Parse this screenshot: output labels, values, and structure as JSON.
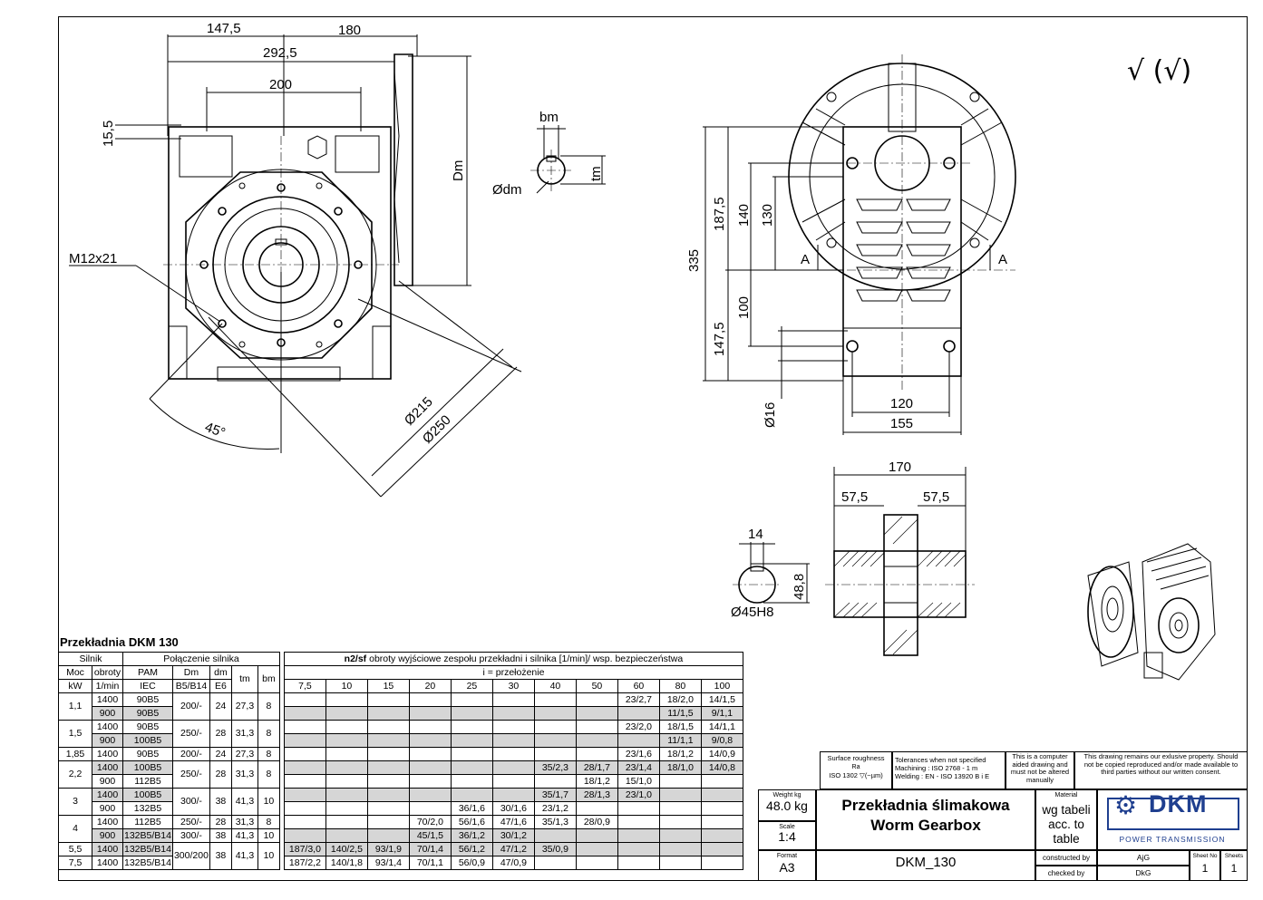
{
  "dims": {
    "d147_5": "147,5",
    "d180": "180",
    "d292_5": "292,5",
    "d200": "200",
    "d15_5": "15,5",
    "Dm": "Dm",
    "M12x21": "M12x21",
    "d45deg": "45°",
    "d215": "Ø215",
    "d250": "Ø250",
    "bm": "bm",
    "tm": "tm",
    "dm": "Ødm",
    "d335": "335",
    "d187_5": "187,5",
    "d140": "140",
    "d130": "130",
    "d100": "100",
    "d147_5b": "147,5",
    "A_left": "A",
    "A_right": "A",
    "d16": "Ø16",
    "d120": "120",
    "d155": "155",
    "d170": "170",
    "d57_5a": "57,5",
    "d57_5b": "57,5",
    "d14": "14",
    "d48_8": "48,8",
    "d45H8": "Ø45H8",
    "check": "√ (√)"
  },
  "table": {
    "title": "Przekładnia DKM 130",
    "h_silnik": "Silnik",
    "h_polaczenie": "Połączenie silnika",
    "h_n2sf": "n2/sf",
    "h_n2sf_desc": "obroty wyjściowe zespołu przekładni i silnika [1/min]/ wsp. bezpieczeństwa",
    "h_moc": "Moc",
    "h_obroty": "obroty",
    "h_pam": "PAM",
    "h_dm": "Dm",
    "h_dm2": "dm",
    "h_tm": "tm",
    "h_bm": "bm",
    "h_ratio": "i = przełożenie",
    "h_kw": "kW",
    "h_1min": "1/min",
    "h_iec": "IEC",
    "h_b5b14": "B5/B14",
    "h_e6": "E6",
    "ratios": [
      "7,5",
      "10",
      "15",
      "20",
      "25",
      "30",
      "40",
      "50",
      "60",
      "80",
      "100"
    ],
    "rows": [
      {
        "kw": "1,1",
        "n": "1400",
        "pam": "90B5",
        "v": [
          "",
          "",
          "",
          "",
          "",
          "",
          "",
          "",
          "23/2,7",
          "18/2,0",
          "14/1,5"
        ]
      },
      {
        "n": "900",
        "pam": "90B5",
        "v": [
          "",
          "",
          "",
          "",
          "",
          "",
          "",
          "",
          "",
          "11/1,5",
          "9/1,1"
        ]
      },
      {
        "kw": "1,5",
        "n": "1400",
        "pam": "90B5",
        "v": [
          "",
          "",
          "",
          "",
          "",
          "",
          "",
          "",
          "23/2,0",
          "18/1,5",
          "14/1,1"
        ]
      },
      {
        "n": "900",
        "pam": "100B5",
        "v": [
          "",
          "",
          "",
          "",
          "",
          "",
          "",
          "",
          "",
          "11/1,1",
          "9/0,8"
        ]
      },
      {
        "kw": "1,85",
        "n": "1400",
        "pam": "90B5",
        "v": [
          "",
          "",
          "",
          "",
          "",
          "",
          "",
          "",
          "23/1,6",
          "18/1,2",
          "14/0,9"
        ]
      },
      {
        "kw": "2,2",
        "n": "1400",
        "pam": "100B5",
        "v": [
          "",
          "",
          "",
          "",
          "",
          "",
          "35/2,3",
          "28/1,7",
          "23/1,4",
          "18/1,0",
          "14/0,8"
        ]
      },
      {
        "n": "900",
        "pam": "112B5",
        "v": [
          "",
          "",
          "",
          "",
          "",
          "",
          "",
          "18/1,2",
          "15/1,0",
          "",
          ""
        ]
      },
      {
        "kw": "3",
        "n": "1400",
        "pam": "100B5",
        "v": [
          "",
          "",
          "",
          "",
          "",
          "",
          "35/1,7",
          "28/1,3",
          "23/1,0",
          "",
          ""
        ]
      },
      {
        "n": "900",
        "pam": "132B5",
        "v": [
          "",
          "",
          "",
          "",
          "36/1,6",
          "30/1,6",
          "23/1,2",
          "",
          "",
          "",
          ""
        ]
      },
      {
        "kw": "4",
        "n": "1400",
        "pam": "112B5",
        "v": [
          "",
          "",
          "",
          "70/2,0",
          "56/1,6",
          "47/1,6",
          "35/1,3",
          "28/0,9",
          "",
          "",
          ""
        ]
      },
      {
        "n": "900",
        "pam": "132B5/B14",
        "v": [
          "",
          "",
          "",
          "45/1,5",
          "36/1,2",
          "30/1,2",
          "",
          "",
          "",
          "",
          ""
        ]
      },
      {
        "kw": "5,5",
        "n": "1400",
        "pam": "132B5/B14",
        "v": [
          "187/3,0",
          "140/2,5",
          "93/1,9",
          "70/1,4",
          "56/1,2",
          "47/1,2",
          "35/0,9",
          "",
          "",
          "",
          ""
        ]
      },
      {
        "kw": "7,5",
        "n": "1400",
        "pam": "132B5/B14",
        "v": [
          "187/2,2",
          "140/1,8",
          "93/1,4",
          "70/1,1",
          "56/0,9",
          "47/0,9",
          "",
          "",
          "",
          "",
          ""
        ]
      }
    ],
    "groups": [
      {
        "dm": "200/-",
        "dm2": "24",
        "tm": "27,3",
        "bm": "8"
      },
      {
        "dm": "250/-",
        "dm2": "28",
        "tm": "31,3",
        "bm": "8"
      },
      {
        "dm": "200/-",
        "dm2": "24",
        "tm": "27,3",
        "bm": "8"
      },
      {
        "dm": "250/-",
        "dm2": "28",
        "tm": "31,3",
        "bm": "8"
      },
      {
        "dm": "300/-",
        "dm2": "38",
        "tm": "41,3",
        "bm": "10"
      },
      {
        "dm": "250/-",
        "dm2": "28",
        "tm": "31,3",
        "bm": "8"
      },
      {
        "dm": "300/200",
        "dm2": "38",
        "tm": "41,3",
        "bm": "10"
      }
    ]
  },
  "title_block": {
    "surface_label": "Surface roughness",
    "ra": "Ra",
    "iso1302": "ISO 1302",
    "um": "(~µm)",
    "tol1": "Tolerances when not specified",
    "tol2": "Machining : ISO 2768 - 1    m",
    "tol3": "Welding : EN - ISO 13920  B i E",
    "cad": "This is a computer aided drawing and must not be altered manually",
    "property": "This drawing remains our exlusive property. Should not be copied reproduced and/or made available to third parties without our written consent.",
    "weight_label": "Weight kg",
    "weight": "48.0 kg",
    "scale_label": "Scale",
    "scale": "1:4",
    "format_label": "Format",
    "format": "A3",
    "title_pl": "Przekładnia ślimakowa",
    "title_en": "Worm Gearbox",
    "drawing_no": "DKM_130",
    "material_label": "Material",
    "material": "wg tabeli acc. to table",
    "constructed_label": "constructed by",
    "constructed": "AjG",
    "checked_label": "checked by",
    "checked": "DkG",
    "sheet_no_label": "Sheet No",
    "sheet_no": "1",
    "sheets_label": "Sheets",
    "sheets": "1",
    "logo_text": "DKM",
    "logo_sub": "POWER TRANSMISSION",
    "brand_color": "#1f3f8f"
  }
}
